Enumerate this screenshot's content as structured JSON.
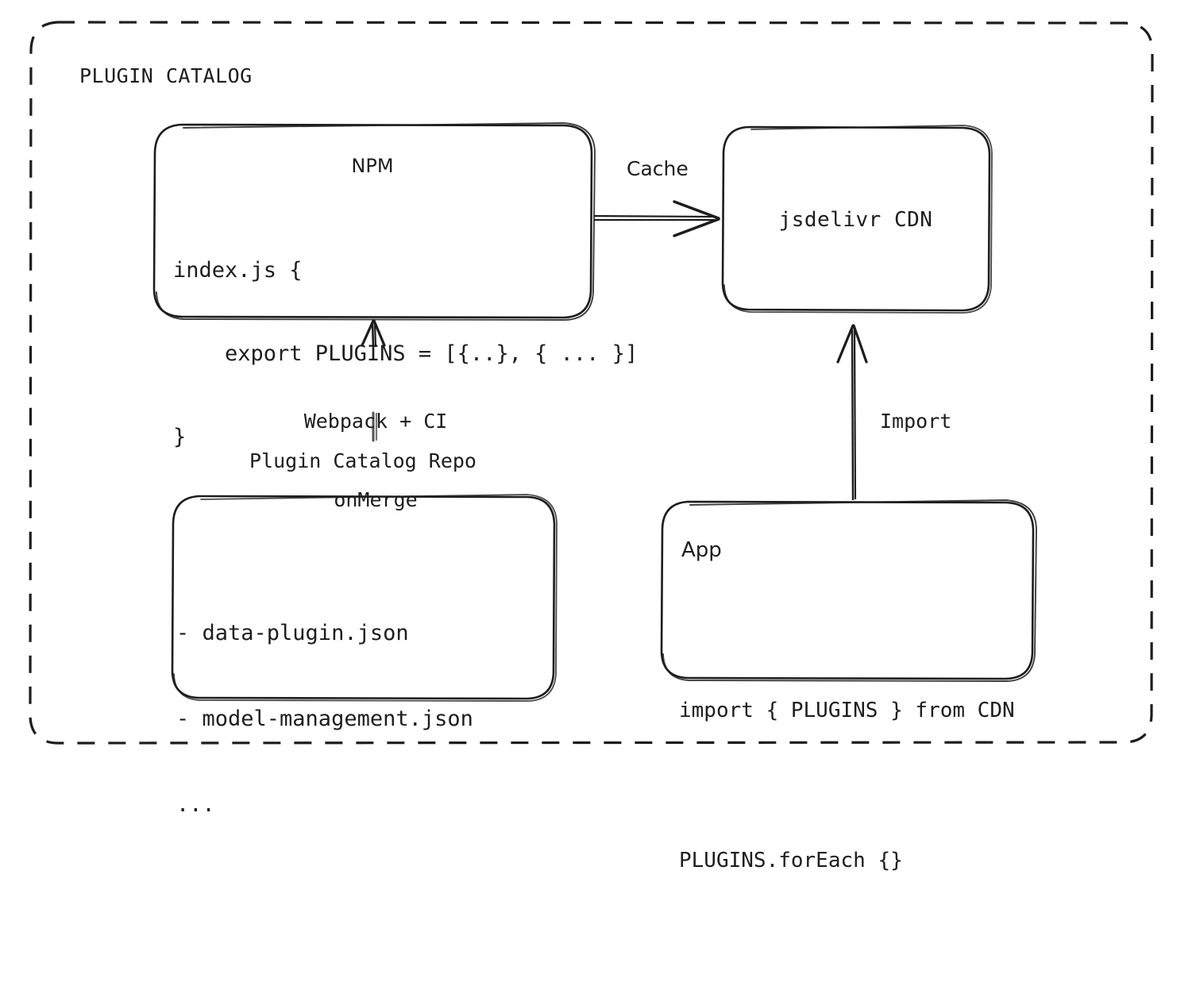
{
  "diagram": {
    "group": {
      "title": "PLUGIN CATALOG",
      "border_style": "dashed",
      "border_color": "#1d1d1d"
    },
    "nodes": {
      "npm": {
        "title": "NPM",
        "code_line_1": "index.js {",
        "code_line_2": "    export PLUGINS = [{..}, { ... }]",
        "code_line_3": "}"
      },
      "cdn": {
        "title": "jsdelivr CDN"
      },
      "repo": {
        "caption": "Plugin Catalog Repo",
        "file_line_1": "- data-plugin.json",
        "file_line_2": "- model-management.json",
        "file_line_3": "..."
      },
      "app": {
        "title": "App",
        "code_line_1": "import { PLUGINS } from CDN",
        "code_line_2": "PLUGINS.forEach {}"
      }
    },
    "edges": {
      "npm_to_cdn": {
        "label": "Cache",
        "from": "npm",
        "to": "cdn",
        "direction": "right"
      },
      "repo_to_npm": {
        "label_line_1": "Webpack + CI",
        "label_line_2": "onMerge",
        "from": "repo",
        "to": "npm",
        "direction": "up"
      },
      "app_to_cdn": {
        "label": "Import",
        "from": "app",
        "to": "cdn",
        "direction": "up"
      }
    },
    "colors": {
      "stroke": "#1d1d1d",
      "background": "#ffffff",
      "text": "#1d1d1d"
    }
  }
}
